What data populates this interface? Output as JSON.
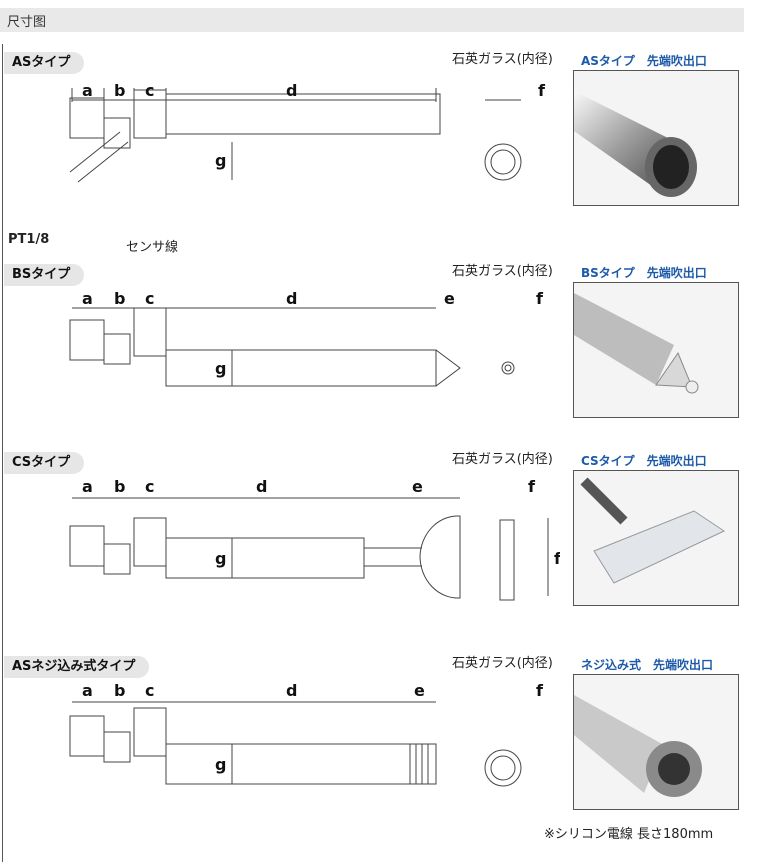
{
  "header": {
    "title": "尺寸图"
  },
  "quartz_label": "石英ガラス(内径)",
  "sections": [
    {
      "tag": "ASタイプ",
      "photo_label": "ASタイプ　先端吹出口"
    },
    {
      "tag": "BSタイプ",
      "photo_label": "BSタイプ　先端吹出口"
    },
    {
      "tag": "CSタイプ",
      "photo_label": "CSタイプ　先端吹出口"
    },
    {
      "tag": "ASネジ込み式タイプ",
      "photo_label": "ネジ込み式　先端吹出口"
    }
  ],
  "callouts": {
    "pt": "PT1/8",
    "sensor": "センサ線"
  },
  "dims": {
    "a": "a",
    "b": "b",
    "c": "c",
    "d": "d",
    "e": "e",
    "f": "f",
    "g": "g"
  },
  "note": "※シリコン電線 長さ180mm"
}
